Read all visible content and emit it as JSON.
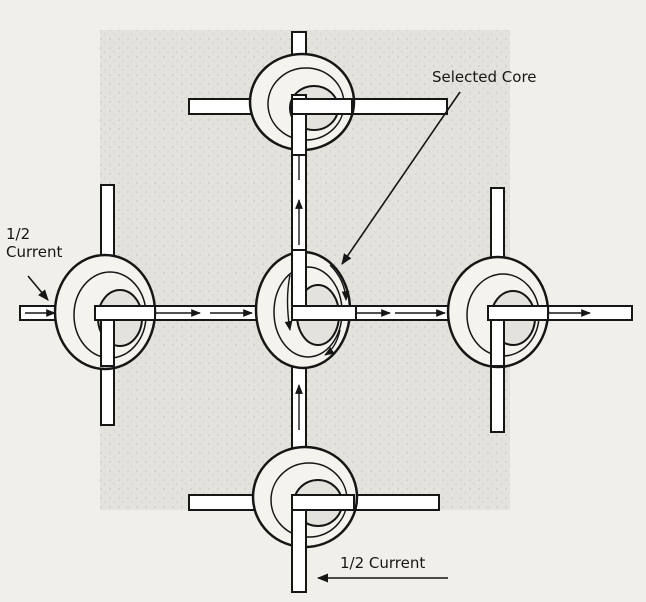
{
  "labels": {
    "selected_core": "Selected Core",
    "half_current_left_line1": "1/2",
    "half_current_left_line2": "Current",
    "half_current_bottom": "1/2 Current"
  },
  "colors": {
    "paper": "#f1efe9",
    "ink": "#161616",
    "wire": "#ffffff",
    "shade": "#e4e2dc"
  },
  "diagram": {
    "cores": [
      "core-top",
      "core-left",
      "core-center-selected",
      "core-right",
      "core-bottom"
    ],
    "horizontal_wires": [
      "wire-top",
      "wire-middle",
      "wire-bottom"
    ],
    "vertical_wires": [
      "wire-left",
      "wire-center",
      "wire-right"
    ]
  }
}
